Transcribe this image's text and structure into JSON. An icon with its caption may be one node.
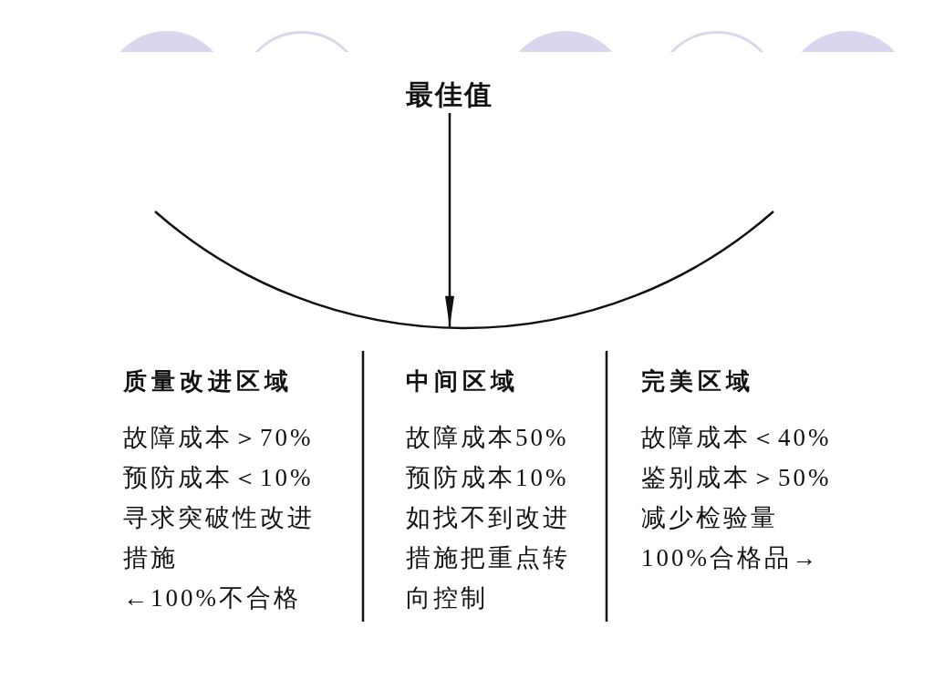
{
  "diagram": {
    "nodes": [
      {
        "text": [
          "最佳值"
        ]
      },
      {
        "text": [],
        "shape": "curve"
      }
    ],
    "edges": [
      {
        "from": 0,
        "to": 1,
        "arrow": "to"
      }
    ],
    "labels": [
      "质量改进区域",
      "故障成本＞70%",
      "预防成本＜10%",
      "寻求突破性改进措施",
      "←100%不合格",
      "中间区域",
      "故障成本50%",
      "预防成本10%",
      "如找不到改进措施把重点转向控制",
      "完美区域",
      "故障成本＜40%",
      "鉴别成本＞50%",
      "减少检验量",
      "100%合格品→"
    ]
  }
}
